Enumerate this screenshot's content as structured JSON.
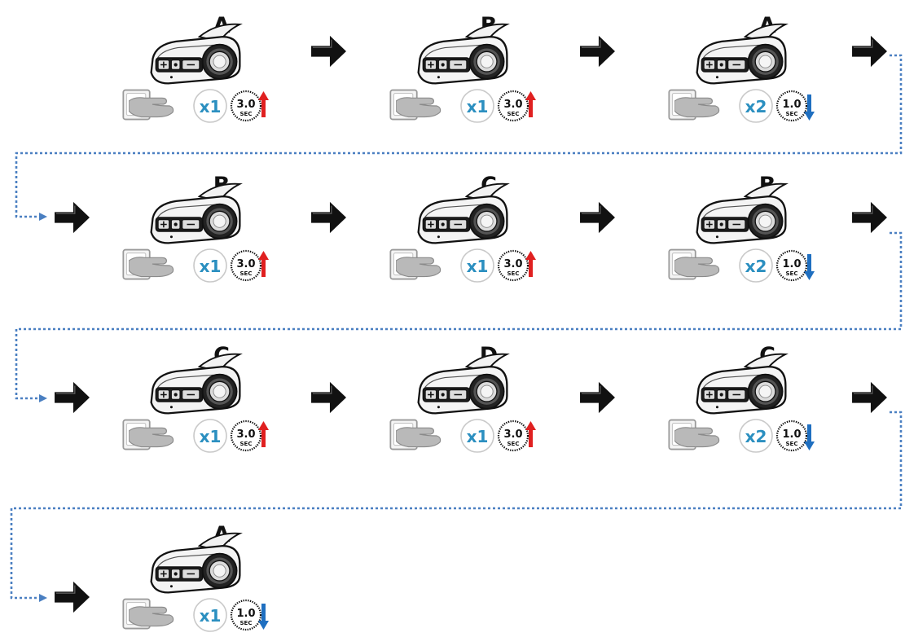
{
  "steps": [
    {
      "device": "A",
      "press": "x1",
      "time": "3.0",
      "unit": "SEC",
      "hold": "long"
    },
    {
      "device": "B",
      "press": "x1",
      "time": "3.0",
      "unit": "SEC",
      "hold": "long"
    },
    {
      "device": "A",
      "press": "x2",
      "time": "1.0",
      "unit": "SEC",
      "hold": "short"
    },
    {
      "device": "B",
      "press": "x1",
      "time": "3.0",
      "unit": "SEC",
      "hold": "long"
    },
    {
      "device": "C",
      "press": "x1",
      "time": "3.0",
      "unit": "SEC",
      "hold": "long"
    },
    {
      "device": "B",
      "press": "x2",
      "time": "1.0",
      "unit": "SEC",
      "hold": "short"
    },
    {
      "device": "C",
      "press": "x1",
      "time": "3.0",
      "unit": "SEC",
      "hold": "long"
    },
    {
      "device": "D",
      "press": "x1",
      "time": "3.0",
      "unit": "SEC",
      "hold": "long"
    },
    {
      "device": "C",
      "press": "x2",
      "time": "1.0",
      "unit": "SEC",
      "hold": "short"
    },
    {
      "device": "A",
      "press": "x1",
      "time": "1.0",
      "unit": "SEC",
      "hold": "short"
    }
  ],
  "colors": {
    "press_count": "#2b8fc0",
    "long_press_arrow": "#e02020",
    "short_press_arrow": "#1f6fc0",
    "connector_line": "#4a7fc1",
    "flow_arrow": "#111111"
  },
  "icons": [
    "headset-device-icon",
    "button-panel-icon",
    "finger-press-icon",
    "timer-dial-icon",
    "hold-arrow-icon",
    "flow-arrow-icon"
  ]
}
